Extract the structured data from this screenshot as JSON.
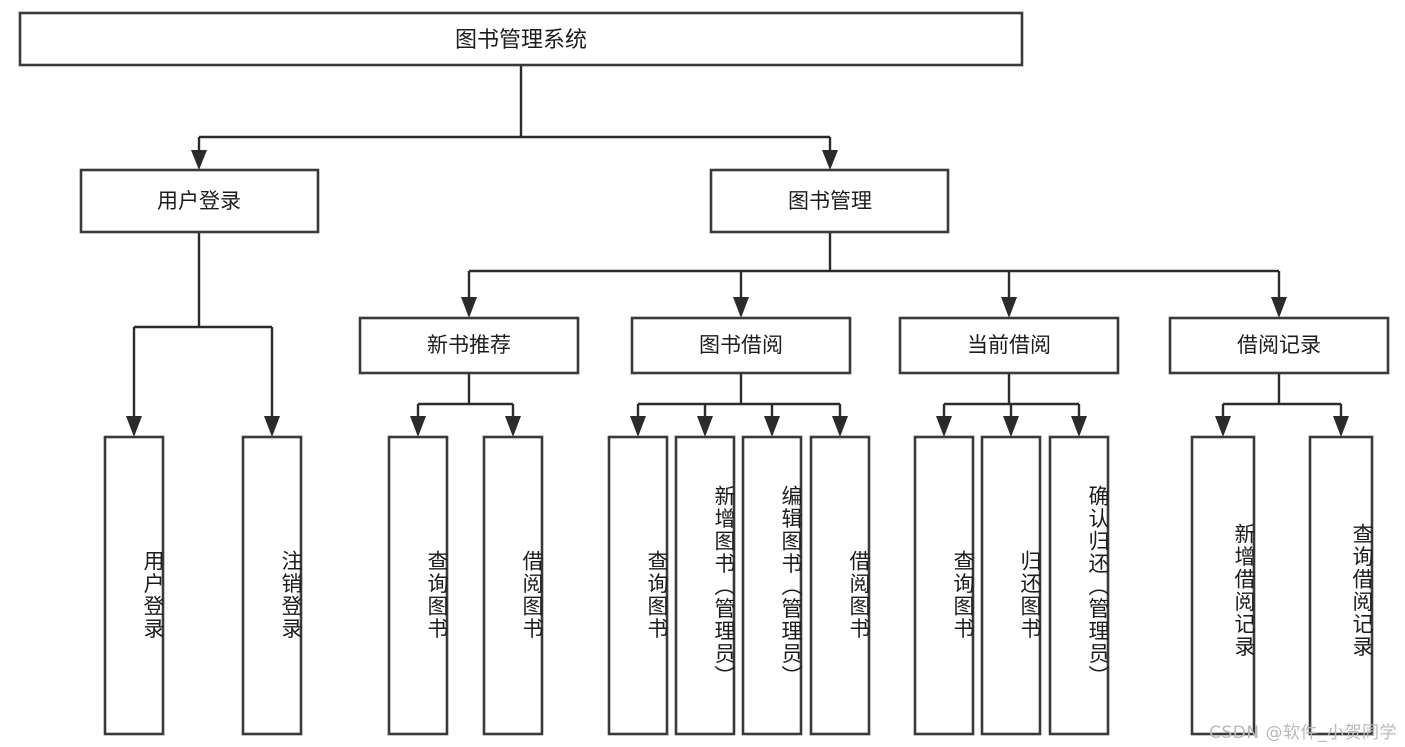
{
  "diagram": {
    "type": "tree",
    "title": "图书管理系统",
    "watermark": "CSDN @软件_小贺同学",
    "colors": {
      "box_stroke": "#3a3a3a",
      "connector": "#2b2b2b",
      "background": "#ffffff",
      "text": "#1c1c1c",
      "watermark": "#b9b9b9"
    },
    "levels": {
      "root": {
        "label": "图书管理系统"
      },
      "level1": [
        {
          "label": "用户登录"
        },
        {
          "label": "图书管理"
        }
      ],
      "level2": [
        {
          "label": "新书推荐"
        },
        {
          "label": "图书借阅"
        },
        {
          "label": "当前借阅"
        },
        {
          "label": "借阅记录"
        }
      ],
      "leaves": [
        {
          "label": "用户登录",
          "parent": "用户登录"
        },
        {
          "label": "注销登录",
          "parent": "用户登录"
        },
        {
          "label": "查询图书",
          "parent": "新书推荐"
        },
        {
          "label": "借阅图书",
          "parent": "新书推荐"
        },
        {
          "label": "查询图书",
          "parent": "图书借阅"
        },
        {
          "label": "新增图书（管理员）",
          "parent": "图书借阅"
        },
        {
          "label": "编辑图书（管理员）",
          "parent": "图书借阅"
        },
        {
          "label": "借阅图书",
          "parent": "图书借阅"
        },
        {
          "label": "查询图书",
          "parent": "当前借阅"
        },
        {
          "label": "归还图书",
          "parent": "当前借阅"
        },
        {
          "label": "确认归还（管理员）",
          "parent": "当前借阅"
        },
        {
          "label": "新增借阅记录",
          "parent": "借阅记录"
        },
        {
          "label": "查询借阅记录",
          "parent": "借阅记录"
        }
      ]
    }
  }
}
